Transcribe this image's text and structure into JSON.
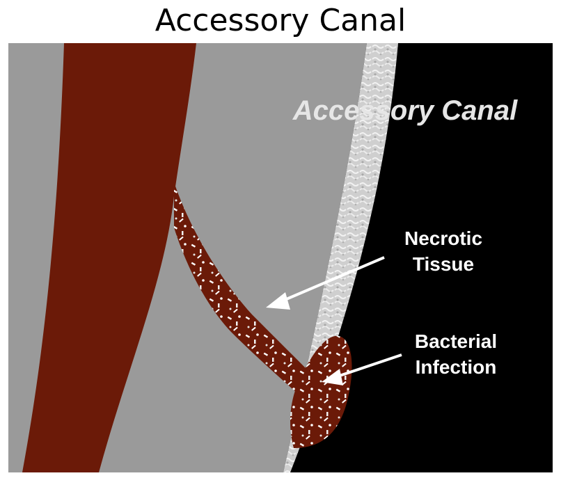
{
  "title": "Accessory Canal",
  "labels": {
    "canal_overlay": "Accessory Canal",
    "necrotic_line1": "Necrotic",
    "necrotic_line2": "Tissue",
    "bacterial_line1": "Bacterial",
    "bacterial_line2": "Infection"
  },
  "colors": {
    "background_dark": "#000000",
    "dentin": "#9a9a9a",
    "cementum": "#d6d6d6",
    "pulp_tissue": "#6b1a08",
    "overlay_text": "#e6e6e6",
    "label_text": "#ffffff"
  }
}
